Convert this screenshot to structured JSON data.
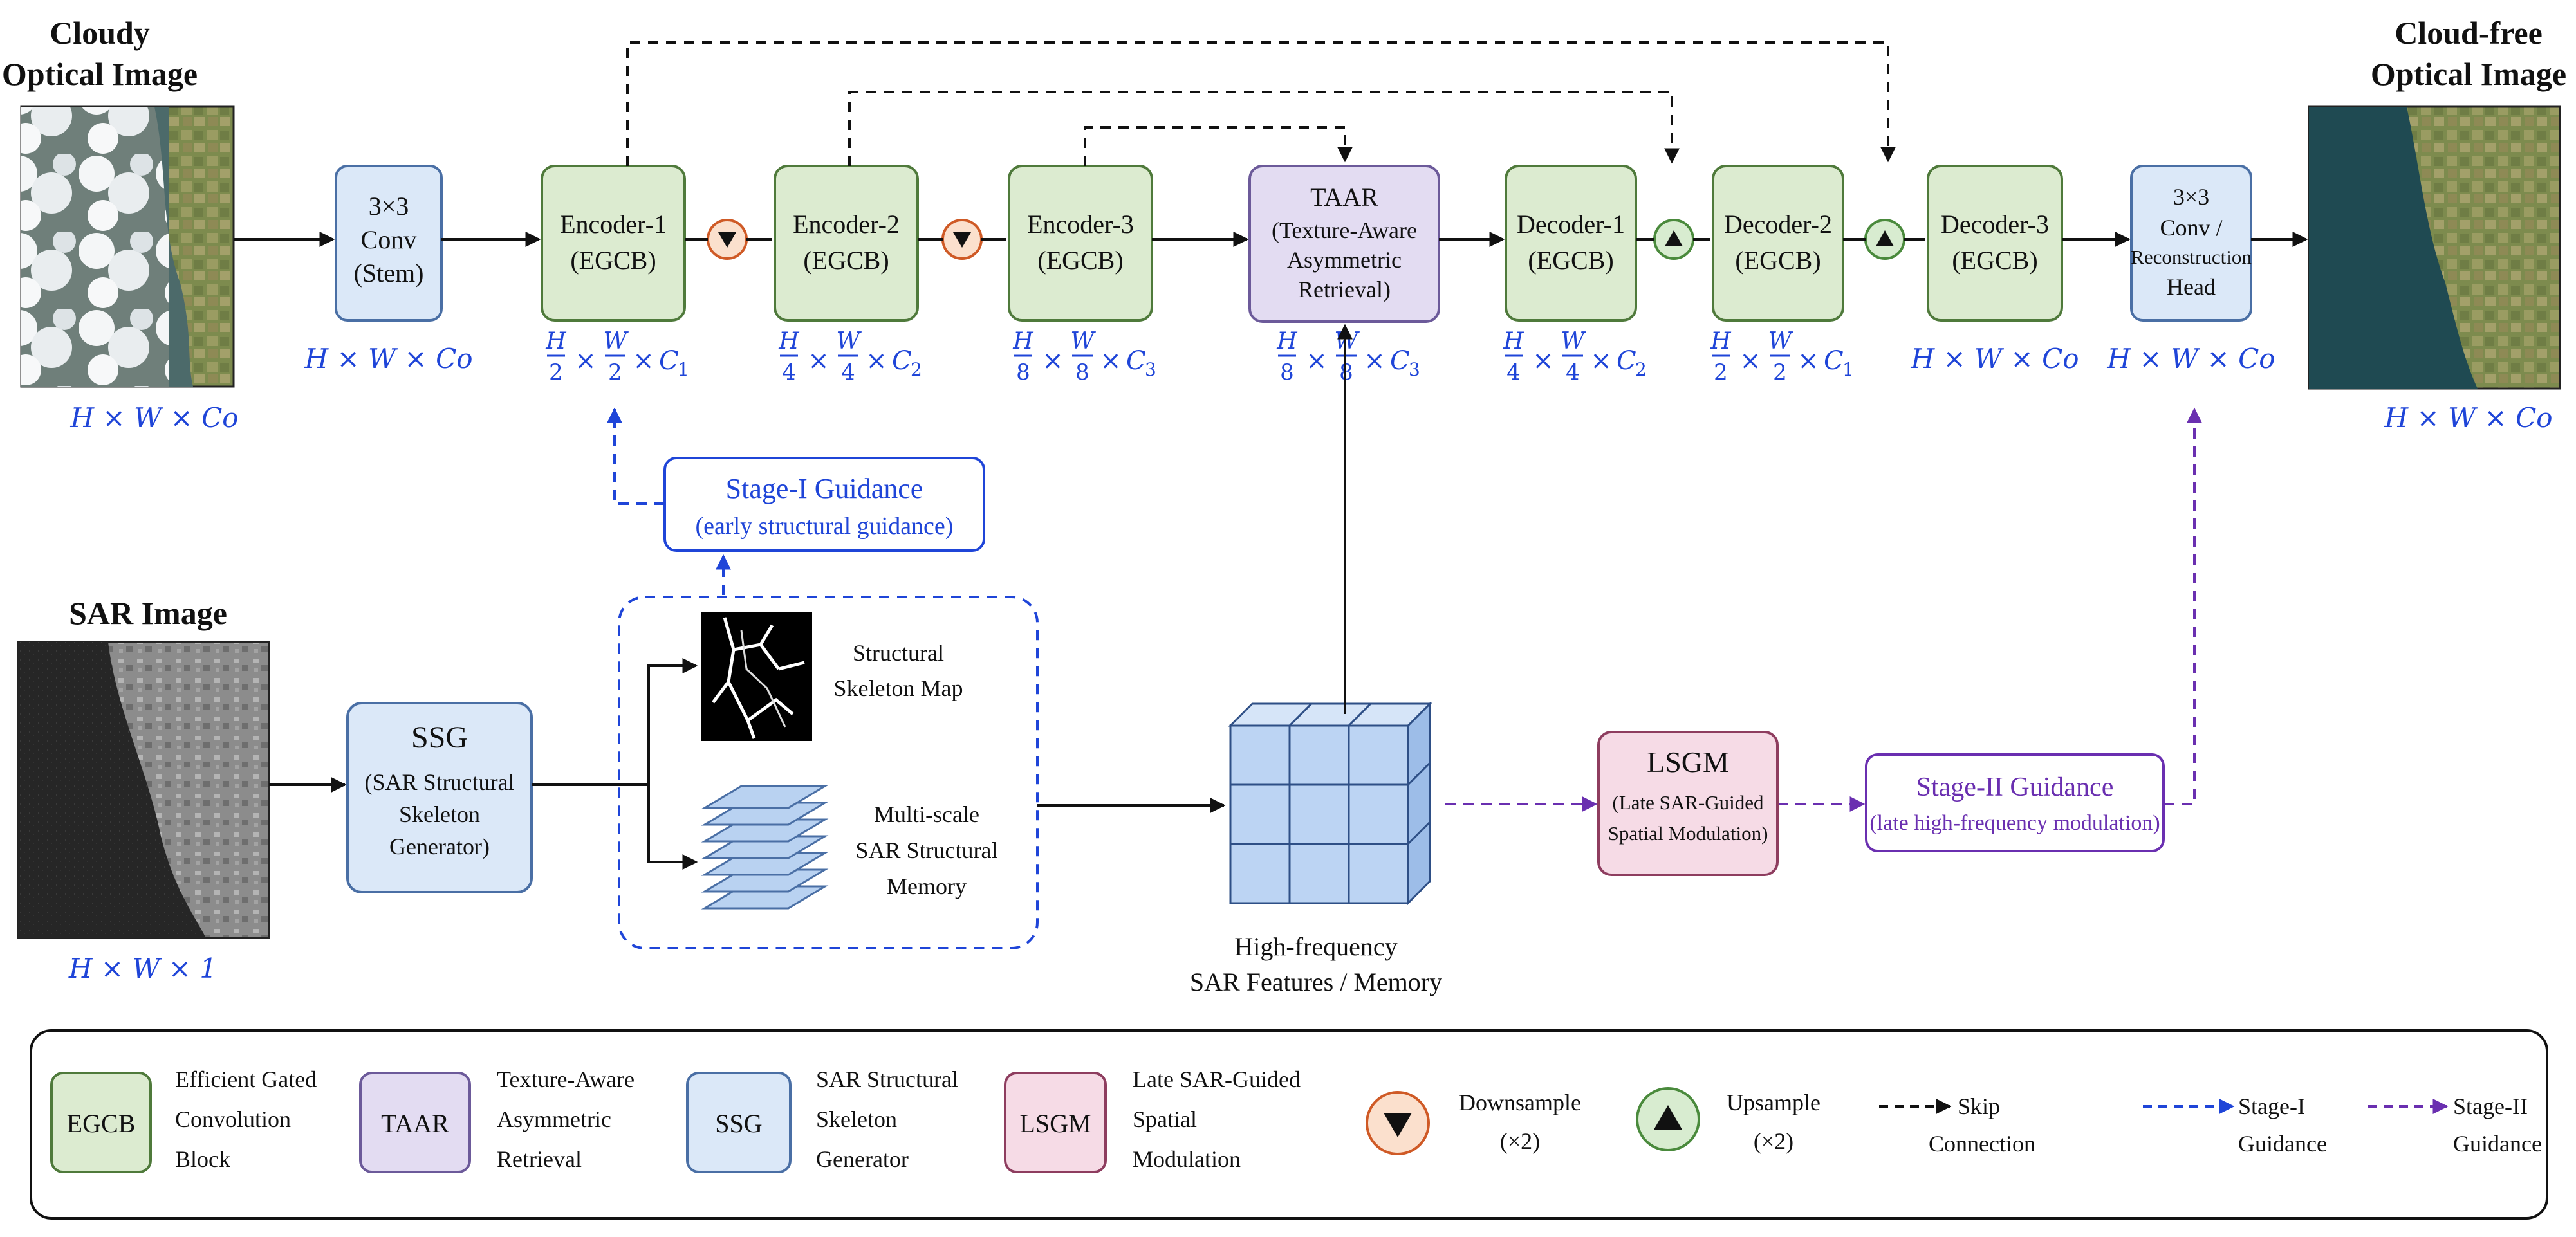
{
  "inputs": {
    "cloudy_title_1": "Cloudy",
    "cloudy_title_2": "Optical Image",
    "cloudy_dims": "H × W × Co",
    "sar_title": "SAR Image",
    "sar_dims": "H × W × 1",
    "output_title_1": "Cloud-free",
    "output_title_2": "Optical Image",
    "output_dims": "H × W × Co"
  },
  "top_path": {
    "stem": {
      "line1": "3×3",
      "line2": "Conv",
      "line3": "(Stem)",
      "dims": "H × W × Co"
    },
    "encoder1": {
      "line1": "Encoder-1",
      "line2": "(EGCB)"
    },
    "encoder2": {
      "line1": "Encoder-2",
      "line2": "(EGCB)"
    },
    "encoder3": {
      "line1": "Encoder-3",
      "line2": "(EGCB)"
    },
    "taar": {
      "line1": "TAAR",
      "line2": "(Texture-Aware",
      "line3": "Asymmetric",
      "line4": "Retrieval)"
    },
    "decoder1": {
      "line1": "Decoder-1",
      "line2": "(EGCB)"
    },
    "decoder2": {
      "line1": "Decoder-2",
      "line2": "(EGCB)"
    },
    "decoder3": {
      "line1": "Decoder-3",
      "line2": "(EGCB)",
      "dims": "H × W × Co"
    },
    "head": {
      "line1": "3×3",
      "line2": "Conv /",
      "line3": "Reconstruction",
      "line4": "Head",
      "dims": "H × W × Co"
    },
    "fractions": [
      {
        "num1": "H",
        "den1": "2",
        "num2": "W",
        "den2": "2",
        "channel": "C",
        "sub": "1"
      },
      {
        "num1": "H",
        "den1": "4",
        "num2": "W",
        "den2": "4",
        "channel": "C",
        "sub": "2"
      },
      {
        "num1": "H",
        "den1": "8",
        "num2": "W",
        "den2": "8",
        "channel": "C",
        "sub": "3"
      },
      {
        "num1": "H",
        "den1": "8",
        "num2": "W",
        "den2": "8",
        "channel": "C",
        "sub": "3"
      },
      {
        "num1": "H",
        "den1": "4",
        "num2": "W",
        "den2": "4",
        "channel": "C",
        "sub": "2"
      },
      {
        "num1": "H",
        "den1": "2",
        "num2": "W",
        "den2": "2",
        "channel": "C",
        "sub": "1"
      }
    ]
  },
  "guidance": {
    "stage1_title": "Stage-I Guidance",
    "stage1_sub": "(early structural guidance)",
    "stage2_title": "Stage-II Guidance",
    "stage2_sub": "(late high-frequency modulation)"
  },
  "bottom_path": {
    "ssg": {
      "line1": "SSG",
      "line2": "(SAR Structural",
      "line3": "Skeleton",
      "line4": "Generator)"
    },
    "skeleton": {
      "line1": "Structural",
      "line2": "Skeleton Map"
    },
    "memory": {
      "line1": "Multi-scale",
      "line2": "SAR Structural",
      "line3": "Memory"
    },
    "features": {
      "line1": "High-frequency",
      "line2": "SAR Features / Memory"
    },
    "lsgm": {
      "line1": "LSGM",
      "line2": "(Late SAR-Guided",
      "line3": "Spatial Modulation)"
    }
  },
  "legend": {
    "egcb": {
      "abbr": "EGCB",
      "l1": "Efficient Gated",
      "l2": "Convolution",
      "l3": "Block"
    },
    "taar": {
      "abbr": "TAAR",
      "l1": "Texture-Aware",
      "l2": "Asymmetric",
      "l3": "Retrieval"
    },
    "ssg": {
      "abbr": "SSG",
      "l1": "SAR Structural",
      "l2": "Skeleton",
      "l3": "Generator"
    },
    "lsgm": {
      "abbr": "LSGM",
      "l1": "Late SAR-Guided",
      "l2": "Spatial",
      "l3": "Modulation"
    },
    "down": {
      "l1": "Downsample",
      "l2": "(×2)"
    },
    "up": {
      "l1": "Upsample",
      "l2": "(×2)"
    },
    "skip": {
      "l1": "Skip",
      "l2": "Connection"
    },
    "stage1": {
      "l1": "Stage-I",
      "l2": "Guidance"
    },
    "stage2": {
      "l1": "Stage-II",
      "l2": "Guidance"
    }
  },
  "colors": {
    "egcb_fill": "#dcebd0",
    "egcb_stroke": "#4f7a3b",
    "taar_fill": "#e3dcf2",
    "taar_stroke": "#6c5a9a",
    "ssg_fill": "#dbe8f8",
    "ssg_stroke": "#4a6fa5",
    "lsgm_fill": "#f6dbe6",
    "lsgm_stroke": "#8e3d5f",
    "stage1": "#1f45d8",
    "stage2": "#6a2fb0",
    "down_fill": "#fbe0cd",
    "down_stroke": "#cf5a26",
    "up_fill": "#d8ecd0",
    "up_stroke": "#4a8a3c"
  }
}
